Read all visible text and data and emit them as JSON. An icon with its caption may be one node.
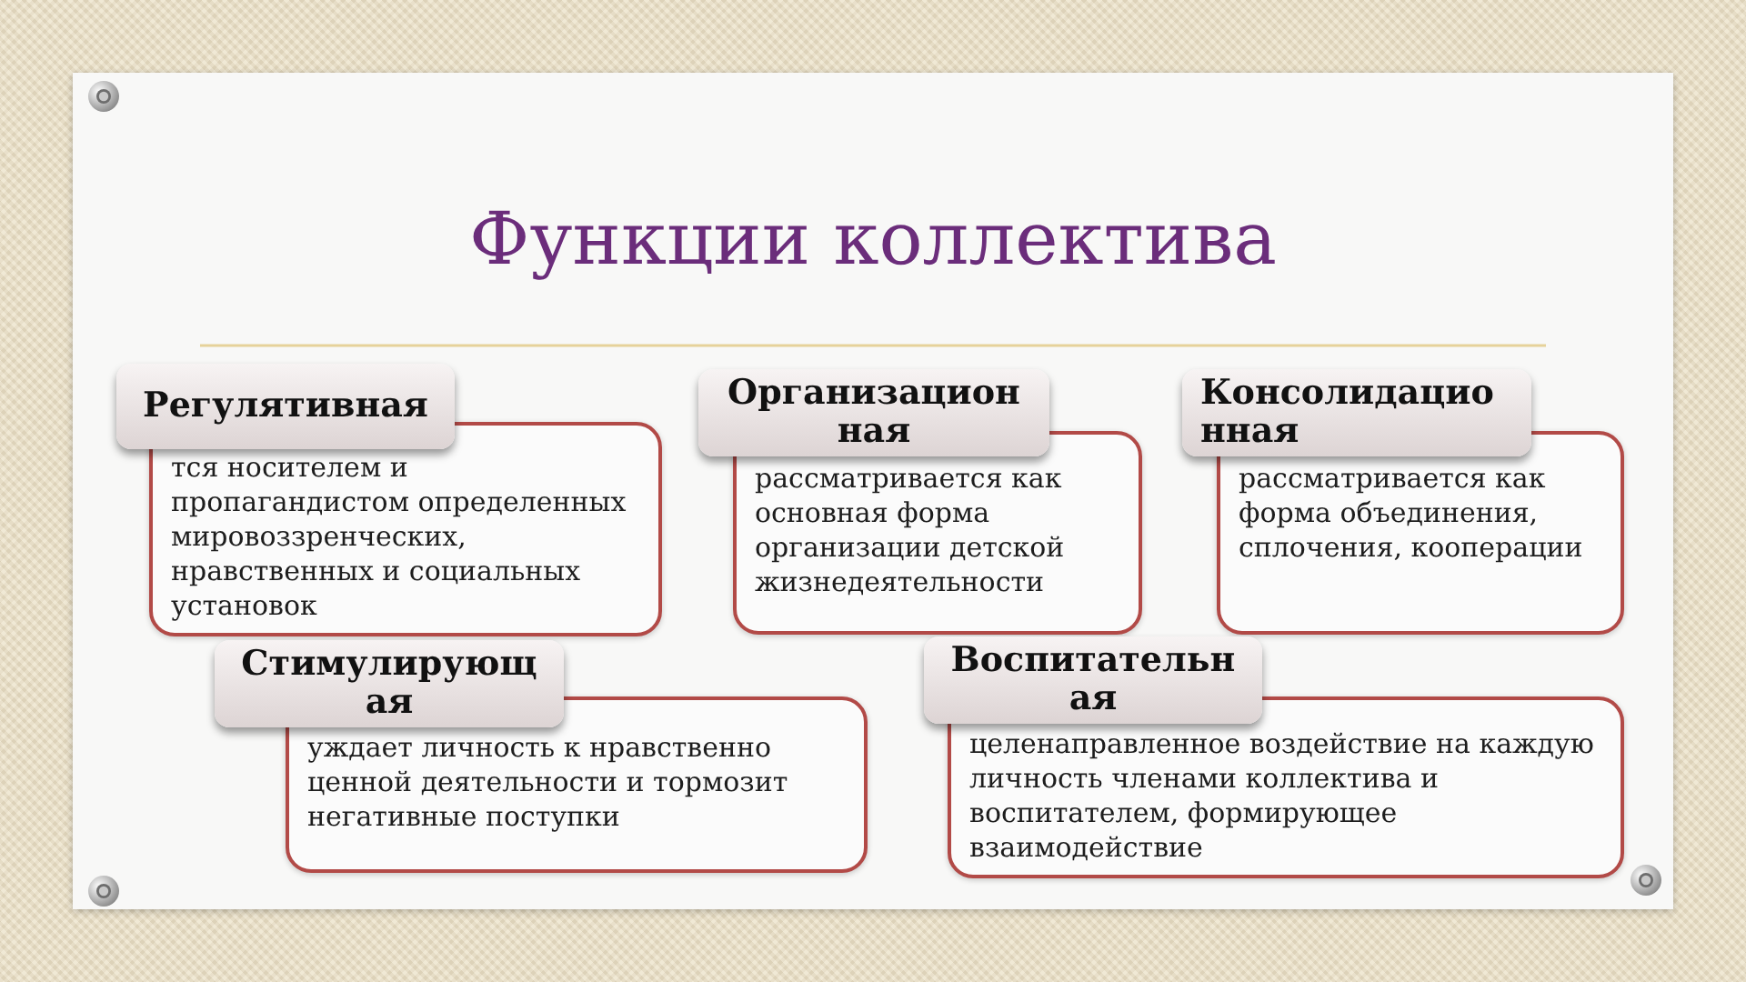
{
  "diagram": {
    "title": "Функции коллектива",
    "nodes": [
      {
        "text": [
          "Регулятивная"
        ]
      },
      {
        "text": [
          "тся носителем и пропагандистом определенных мировоззренческих, нравственных и социальных установок"
        ]
      },
      {
        "text": [
          "Организационная"
        ]
      },
      {
        "text": [
          "рассматривается как основная форма организации детской жизнедеятельности"
        ]
      },
      {
        "text": [
          "Консолидационная"
        ]
      },
      {
        "text": [
          "рассматривается как форма объединения, сплочения, кооперации"
        ]
      },
      {
        "text": [
          "Стимулирующая"
        ]
      },
      {
        "text": [
          "уждает личность к нравственно ценной деятельности и тормозит негативные поступки"
        ]
      },
      {
        "text": [
          "Воспитательная"
        ]
      },
      {
        "text": [
          "целенаправленное воздействие на каждую личность членами коллектива и воспитателем, формирующее взаимодействие"
        ]
      }
    ]
  }
}
